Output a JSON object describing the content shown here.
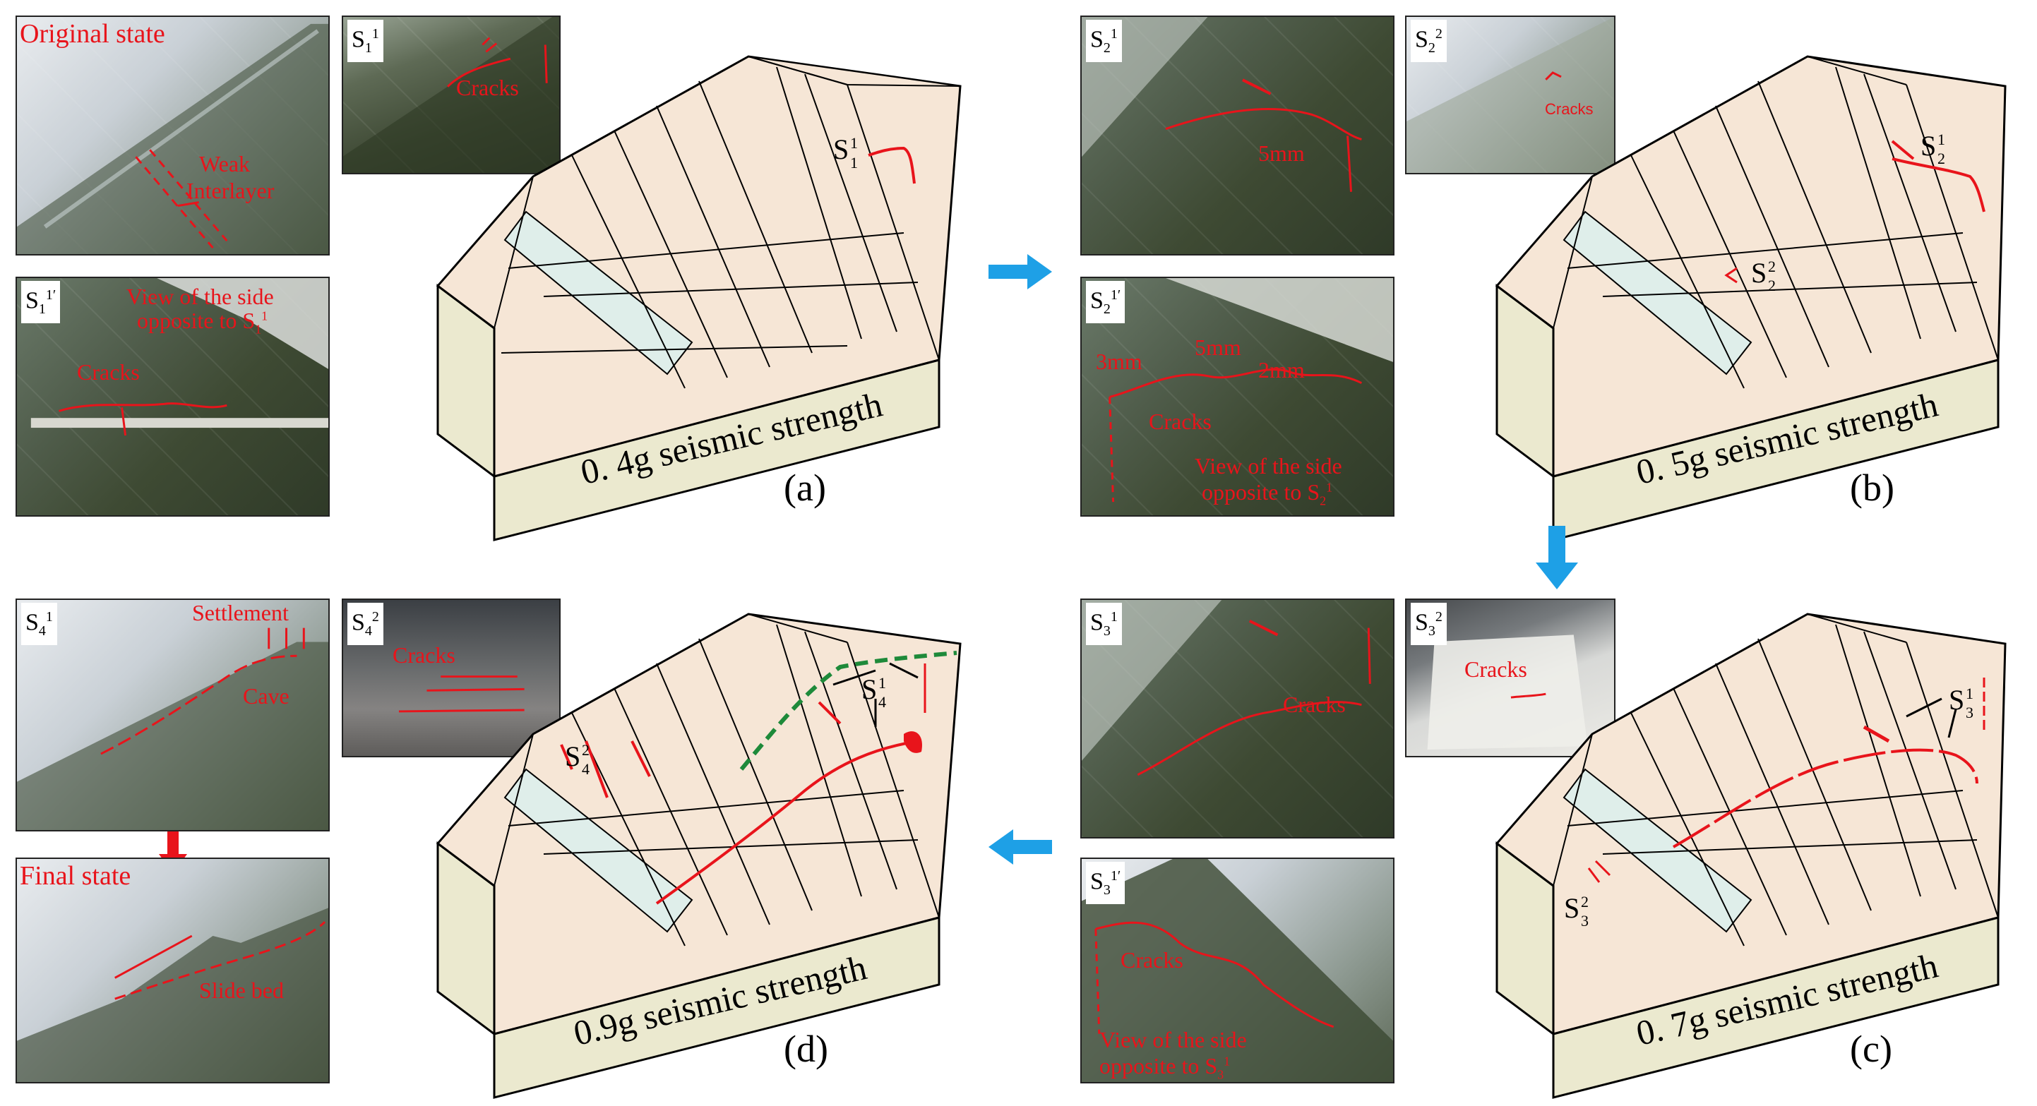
{
  "panels": {
    "a": {
      "caption": "(a)",
      "strength": "0. 4g  seismic strength",
      "slope_label": {
        "S": "S",
        "sub": "1",
        "sup": "1"
      },
      "photo_original": {
        "title": "Original state",
        "note1": "Weak",
        "note2": "Interlayer"
      },
      "photo_top": {
        "tag_sub": "1",
        "tag_sup": "1",
        "note": "Cracks"
      },
      "photo_side": {
        "tag_sub": "1",
        "tag_sup": "1′",
        "note1": "View of the side",
        "note2": "opposite to S",
        "note2_sub": "1",
        "note2_sup": "1",
        "cracks": "Cracks"
      }
    },
    "b": {
      "caption": "(b)",
      "strength": "0. 5g  seismic strength",
      "slope_label_1": {
        "sub": "2",
        "sup": "1"
      },
      "slope_label_2": {
        "sub": "2",
        "sup": "2"
      },
      "photo_top1": {
        "tag_sub": "2",
        "tag_sup": "1",
        "note": "5mm"
      },
      "photo_top2": {
        "tag_sub": "2",
        "tag_sup": "2",
        "note": "Cracks"
      },
      "photo_side": {
        "tag_sub": "2",
        "tag_sup": "1′",
        "w1": "3mm",
        "w2": "5mm",
        "w3": "2mm",
        "cracks": "Cracks",
        "note1": "View of the side",
        "note2": "opposite to S",
        "note2_sub": "2",
        "note2_sup": "1"
      }
    },
    "c": {
      "caption": "(c)",
      "strength": "0. 7g  seismic strength",
      "slope_label_1": {
        "sub": "3",
        "sup": "1"
      },
      "slope_label_2": {
        "sub": "3",
        "sup": "2"
      },
      "photo_top1": {
        "tag_sub": "3",
        "tag_sup": "1",
        "note": "Cracks"
      },
      "photo_top2": {
        "tag_sub": "3",
        "tag_sup": "2",
        "note": "Cracks"
      },
      "photo_side": {
        "tag_sub": "3",
        "tag_sup": "1′",
        "cracks": "Cracks",
        "note1": "View of the side",
        "note2": "opposite to S",
        "note2_sub": "3",
        "note2_sup": "1"
      }
    },
    "d": {
      "caption": "(d)",
      "strength": "0.9g  seismic strength",
      "slope_label_1": {
        "sub": "4",
        "sup": "1"
      },
      "slope_label_2": {
        "sub": "4",
        "sup": "2"
      },
      "photo_top1": {
        "tag_sub": "4",
        "tag_sup": "1",
        "settlement": "Settlement",
        "cave": "Cave"
      },
      "photo_top2": {
        "tag_sub": "4",
        "tag_sup": "2",
        "note": "Cracks"
      },
      "photo_final": {
        "title": "Final state",
        "note": "Slide bed"
      }
    }
  },
  "colors": {
    "annotation_red": "#e8141b",
    "flow_arrow_blue": "#1ea0e6",
    "slide_surface_green": "#1e8a3a",
    "slope_fill": "#f6e6d6",
    "slope_side": "#ebe9cf",
    "weak_interlayer": "#dfeeea"
  },
  "icons": {
    "flow_arrows": [
      "arrow-right-icon",
      "arrow-down-icon",
      "arrow-left-icon"
    ]
  }
}
